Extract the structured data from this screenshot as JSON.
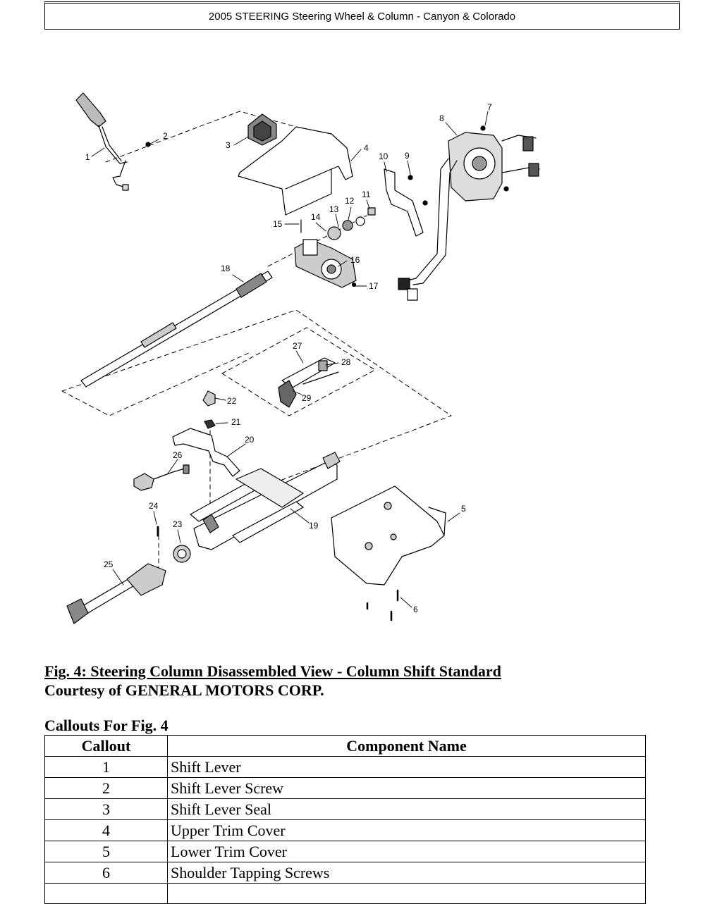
{
  "header": {
    "title": "2005 STEERING Steering Wheel & Column - Canyon & Colorado"
  },
  "diagram": {
    "callouts": [
      "1",
      "2",
      "3",
      "4",
      "5",
      "6",
      "7",
      "8",
      "9",
      "10",
      "11",
      "12",
      "13",
      "14",
      "15",
      "16",
      "17",
      "18",
      "19",
      "20",
      "21",
      "22",
      "23",
      "24",
      "25",
      "26",
      "27",
      "28",
      "29"
    ]
  },
  "figure": {
    "caption": "Fig. 4: Steering Column Disassembled View - Column Shift Standard",
    "courtesy": "Courtesy of GENERAL MOTORS CORP."
  },
  "table": {
    "title": "Callouts For Fig. 4",
    "headers": [
      "Callout",
      "Component Name"
    ],
    "rows": [
      {
        "callout": "1",
        "name": "Shift Lever"
      },
      {
        "callout": "2",
        "name": "Shift Lever Screw"
      },
      {
        "callout": "3",
        "name": "Shift Lever Seal"
      },
      {
        "callout": "4",
        "name": "Upper Trim Cover"
      },
      {
        "callout": "5",
        "name": "Lower Trim Cover"
      },
      {
        "callout": "6",
        "name": "Shoulder Tapping Screws"
      },
      {
        "callout": "",
        "name": ""
      }
    ]
  }
}
